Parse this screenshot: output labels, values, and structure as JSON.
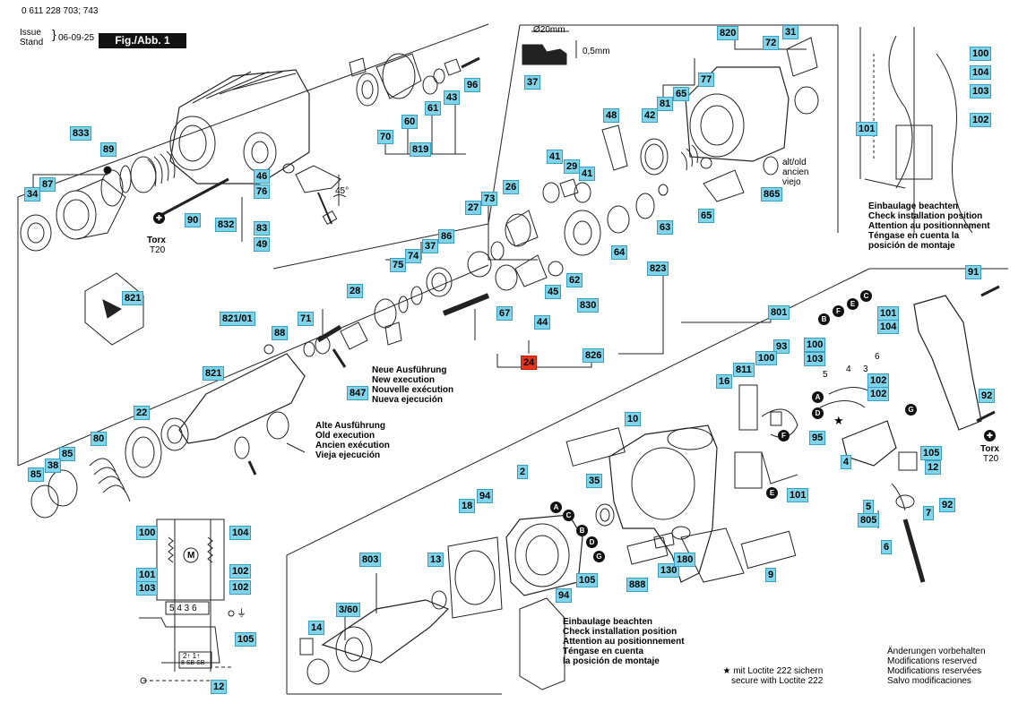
{
  "header": {
    "doc_number": "0 611 228 703; 743",
    "issue_label": "Issue",
    "stand_label": "Stand",
    "date": "06-09-25",
    "figure": "Fig./Abb. 1"
  },
  "dimensions": {
    "diameter": "Ø20mm",
    "thickness": "0,5mm"
  },
  "torx_left": {
    "label": "Torx",
    "size": "T20"
  },
  "torx_right": {
    "label": "Torx",
    "size": "T20"
  },
  "angle": "45°",
  "part_labels": {
    "p37a": "37",
    "p820": "820",
    "p72": "72",
    "p31": "31",
    "p100a": "100",
    "p104a": "104",
    "p103a": "103",
    "p101a": "101",
    "p102a": "102",
    "p833": "833",
    "p89": "89",
    "p87": "87",
    "p34": "34",
    "p70": "70",
    "p60": "60",
    "p61": "61",
    "p43": "43",
    "p96": "96",
    "p819": "819",
    "p46": "46",
    "p76": "76",
    "p90": "90",
    "p832": "832",
    "p83": "83",
    "p49": "49",
    "p48": "48",
    "p42": "42",
    "p81": "81",
    "p65a": "65",
    "p77": "77",
    "p41a": "41",
    "p29": "29",
    "p41b": "41",
    "p865": "865",
    "p65b": "65",
    "p27": "27",
    "p73": "73",
    "p26": "26",
    "p63": "63",
    "p64": "64",
    "p75": "75",
    "p74": "74",
    "p37b": "37",
    "p86": "86",
    "p823": "823",
    "p821": "821",
    "p28": "28",
    "p62": "62",
    "p45": "45",
    "p830": "830",
    "p8211": "821/01",
    "p71": "71",
    "p88": "88",
    "p67": "67",
    "p44": "44",
    "p801": "801",
    "p91": "91",
    "p24": "24",
    "p826": "826",
    "p821b": "821",
    "p847": "847",
    "p22": "22",
    "p93": "93",
    "p100b": "100",
    "p103b": "103",
    "p101b": "101",
    "p104b": "104",
    "p811": "811",
    "p100c": "100",
    "p16": "16",
    "p102b": "102",
    "p102c": "102",
    "p10": "10",
    "p95": "95",
    "p105a": "105",
    "p92a": "92",
    "p4": "4",
    "p12a": "12",
    "p80": "80",
    "p85a": "85",
    "p38": "38",
    "p85b": "85",
    "p2": "2",
    "p35": "35",
    "p101c": "101",
    "p5": "5",
    "p805": "805",
    "p7": "7",
    "p92b": "92",
    "p6": "6",
    "p18": "18",
    "p94a": "94",
    "p803": "803",
    "p13": "13",
    "p105b": "105",
    "p94b": "94",
    "p888": "888",
    "p130": "130",
    "p180": "180",
    "p9": "9",
    "p100d": "100",
    "p104c": "104",
    "p101d": "101",
    "p103c": "103",
    "p102d": "102",
    "p102e": "102",
    "p105c": "105",
    "p12b": "12",
    "p14": "14",
    "p360": "3/60"
  },
  "markers": {
    "A": "A",
    "B": "B",
    "C": "C",
    "D": "D",
    "E": "E",
    "F": "F",
    "G": "G",
    "star": "★"
  },
  "wire_labels": {
    "w5": "5",
    "w4": "4",
    "w3": "3",
    "w6": "6"
  },
  "notes": {
    "install_top": [
      "Einbaulage beachten",
      "Check installation position",
      "Attention au positionnement",
      "Téngase en cuenta la",
      "posición de montaje"
    ],
    "install_bottom": [
      "Einbaulage beachten",
      "Check installation position",
      "Attention au positionnement",
      "Téngase en cuenta",
      "la posición de montaje"
    ],
    "new_exec": [
      "Neue Ausführung",
      "New execution",
      "Nouvelle exécution",
      "Nueva ejecución"
    ],
    "old_exec": [
      "Alte Ausführung",
      "Old execution",
      "Ancien exécution",
      "Vieja ejecución"
    ],
    "alt_old": [
      "alt/old",
      "ancien",
      "viejo"
    ],
    "loctite": [
      "★ mit Loctite 222 sichern",
      "secure with Loctite 222"
    ],
    "modifications": [
      "Änderungen vorbehalten",
      "Modifications reserved",
      "Modifications reservées",
      "Salvo modificaciones"
    ]
  },
  "schematic": {
    "terminals": "5  4  3  6",
    "switch_text": "2↑ 1↑",
    "switch_text2": "8 SB SB"
  }
}
